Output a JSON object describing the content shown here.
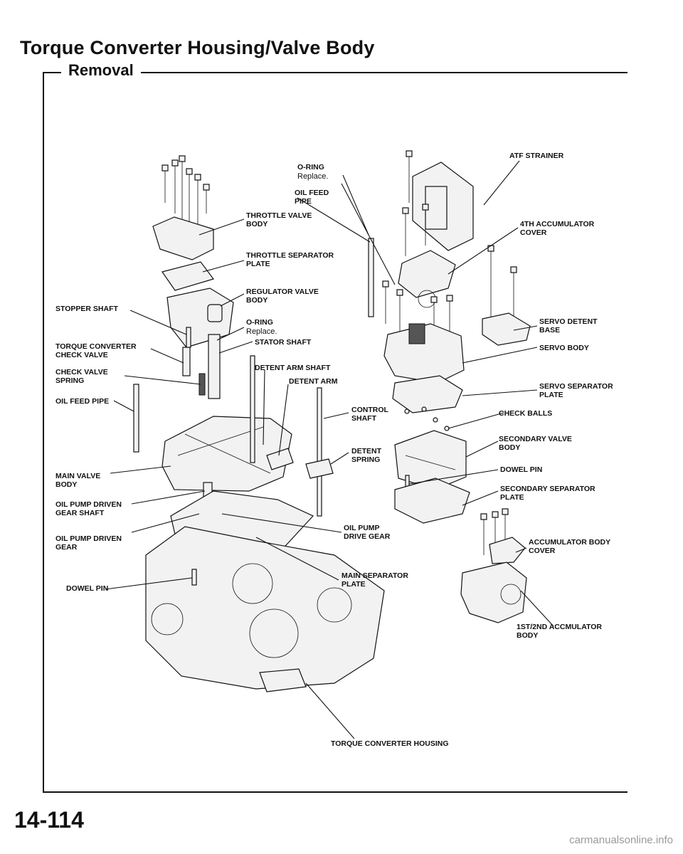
{
  "header": {
    "title": "Torque Converter Housing/Valve Body",
    "section": "Removal"
  },
  "footer": {
    "page_number": "14-114",
    "watermark": "carmanualsonline.info"
  },
  "labels": {
    "o_ring_top": "O-RING",
    "o_ring_top_note": "Replace.",
    "atf_strainer": "ATF STRAINER",
    "oil_feed_pipe_top_1": "OIL FEED",
    "oil_feed_pipe_top_2": "PIPE",
    "throttle_valve_body_1": "THROTTLE VALVE",
    "throttle_valve_body_2": "BODY",
    "fourth_accumulator_cover_1": "4TH ACCUMULATOR",
    "fourth_accumulator_cover_2": "COVER",
    "throttle_separator_plate_1": "THROTTLE SEPARATOR",
    "throttle_separator_plate_2": "PLATE",
    "regulator_valve_body_1": "REGULATOR VALVE",
    "regulator_valve_body_2": "BODY",
    "stopper_shaft": "STOPPER SHAFT",
    "o_ring_mid": "O-RING",
    "o_ring_mid_note": "Replace.",
    "servo_detent_base_1": "SERVO DETENT",
    "servo_detent_base_2": "BASE",
    "torque_converter_check_valve_1": "TORQUE CONVERTER",
    "torque_converter_check_valve_2": "CHECK VALVE",
    "stator_shaft": "STATOR SHAFT",
    "servo_body": "SERVO BODY",
    "check_valve_spring_1": "CHECK VALVE",
    "check_valve_spring_2": "SPRING",
    "detent_arm_shaft": "DETENT ARM SHAFT",
    "detent_arm": "DETENT ARM",
    "servo_separator_plate_1": "SERVO SEPARATOR",
    "servo_separator_plate_2": "PLATE",
    "oil_feed_pipe_left": "OIL FEED PIPE",
    "control_shaft_1": "CONTROL",
    "control_shaft_2": "SHAFT",
    "check_balls": "CHECK BALLS",
    "secondary_valve_body_1": "SECONDARY VALVE",
    "secondary_valve_body_2": "BODY",
    "detent_spring_1": "DETENT",
    "detent_spring_2": "SPRING",
    "main_valve_body_1": "MAIN VALVE",
    "main_valve_body_2": "BODY",
    "dowel_pin_right": "DOWEL PIN",
    "oil_pump_driven_gear_shaft_1": "OIL PUMP DRIVEN",
    "oil_pump_driven_gear_shaft_2": "GEAR SHAFT",
    "secondary_separator_plate_1": "SECONDARY SEPARATOR",
    "secondary_separator_plate_2": "PLATE",
    "oil_pump_driven_gear_1": "OIL PUMP DRIVEN",
    "oil_pump_driven_gear_2": "GEAR",
    "oil_pump_drive_gear_1": "OIL PUMP",
    "oil_pump_drive_gear_2": "DRIVE GEAR",
    "accumulator_body_cover_1": "ACCUMULATOR BODY",
    "accumulator_body_cover_2": "COVER",
    "dowel_pin_left": "DOWEL PIN",
    "main_separator_plate_1": "MAIN SEPARATOR",
    "main_separator_plate_2": "PLATE",
    "first_second_accumulator_body_1": "1ST/2ND ACCMULATOR",
    "first_second_accumulator_body_2": "BODY",
    "torque_converter_housing": "TORQUE CONVERTER HOUSING"
  }
}
